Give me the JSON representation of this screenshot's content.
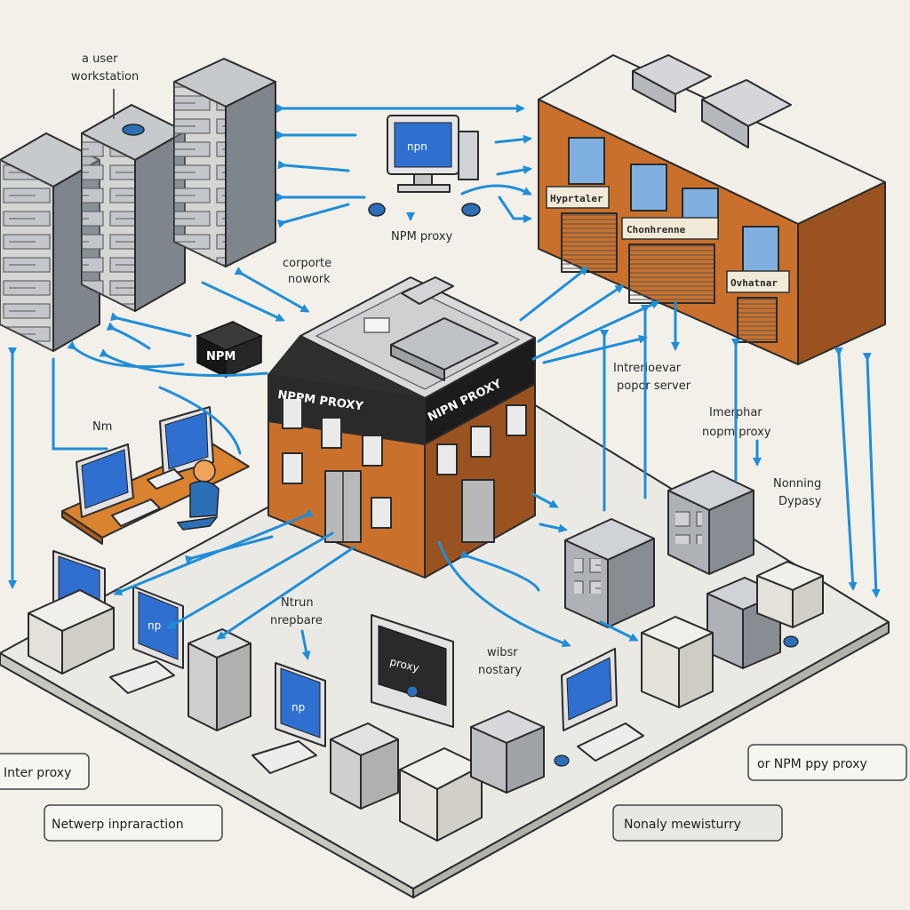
{
  "labels": {
    "user_workstation": [
      "a user",
      "workstation"
    ],
    "corporate_network": [
      "corporte",
      "nowork"
    ],
    "npm_proxy_top": "NPM proxy",
    "npm_box": "NPM",
    "nm": "Nm",
    "interior_proxy_server": [
      "Intrerioevar",
      "popor server"
    ],
    "internal_npm_proxy": [
      "Imerphar",
      "nopm proxy"
    ],
    "nonning_proxy": [
      "Nonning",
      "Dypasy"
    ],
    "ntrun_repo": [
      "Ntrun",
      "nrepbare"
    ],
    "wiser_repo": [
      "wibsr",
      "nostary"
    ]
  },
  "building_main": {
    "sign_left": "NPPM PROXY",
    "sign_right": "NIPN PROXY"
  },
  "building_top": {
    "sign_1": "Hyprtaler",
    "sign_2": "Chonhrenne",
    "sign_3": "Ovhatnar"
  },
  "screens": {
    "top_monitor": "npn",
    "desk_monitor_a": "np",
    "desk_monitor_b": "np",
    "center_monitor": "proxy"
  },
  "corner_boxes": {
    "left_mid": "Inter proxy",
    "left_bottom": "Netwerp inpraraction",
    "right_mid": "or NPM ppy proxy",
    "right_bottom": "Nonaly mewisturry"
  },
  "colors": {
    "brick": "#c9712c",
    "brick_dark": "#9a5320",
    "arrow_blue": "#1f8ed8",
    "screen_blue": "#2f6fd0",
    "server_gray": "#a9adb3",
    "floor": "#ebe9e4"
  }
}
